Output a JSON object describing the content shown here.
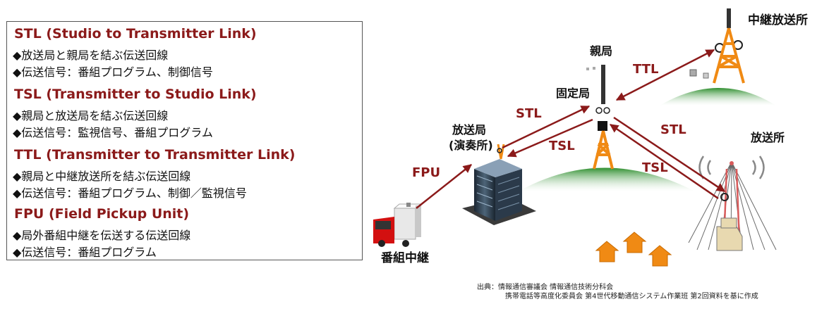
{
  "legend": {
    "stl": {
      "title": "STL (Studio to Transmitter Link)",
      "line1": "◆放送局と親局を結ぶ伝送回線",
      "line2": "◆伝送信号：番組プログラム、制御信号"
    },
    "tsl": {
      "title": "TSL (Transmitter to Studio Link)",
      "line1": "◆親局と放送局を結ぶ伝送回線",
      "line2": "◆伝送信号：監視信号、番組プログラム"
    },
    "ttl": {
      "title": "TTL (Transmitter to Transmitter Link)",
      "line1": "◆親局と中継放送所を結ぶ伝送回線",
      "line2": "◆伝送信号：番組プログラム、制御／監視信号"
    },
    "fpu": {
      "title": "FPU (Field Pickup Unit)",
      "line1": "◆局外番組中継を伝送する伝送回線",
      "line2": "◆伝送信号：番組プログラム"
    }
  },
  "diagram": {
    "relay_station": "中継放送所",
    "parent_station": "親局",
    "fixed_station": "固定局",
    "broadcaster": "放送局",
    "broadcaster_sub": "(演奏所)",
    "transmitter_site": "放送所",
    "program_relay": "番組中継",
    "link_ttl": "TTL",
    "link_stl_1": "STL",
    "link_tsl_1": "TSL",
    "link_stl_2": "STL",
    "link_tsl_2": "TSL",
    "link_fpu": "FPU"
  },
  "source": {
    "line1": "出典：情報通信審議会 情報通信技術分科会",
    "line2": "携帯電話等高度化委員会 第4世代移動通信システム作業班 第2回資料を基に作成"
  },
  "colors": {
    "title_red": "#8b1a1a",
    "arrow": "#8b1a1a",
    "tower": "#f08a14",
    "hill": "#3f9a3f"
  }
}
